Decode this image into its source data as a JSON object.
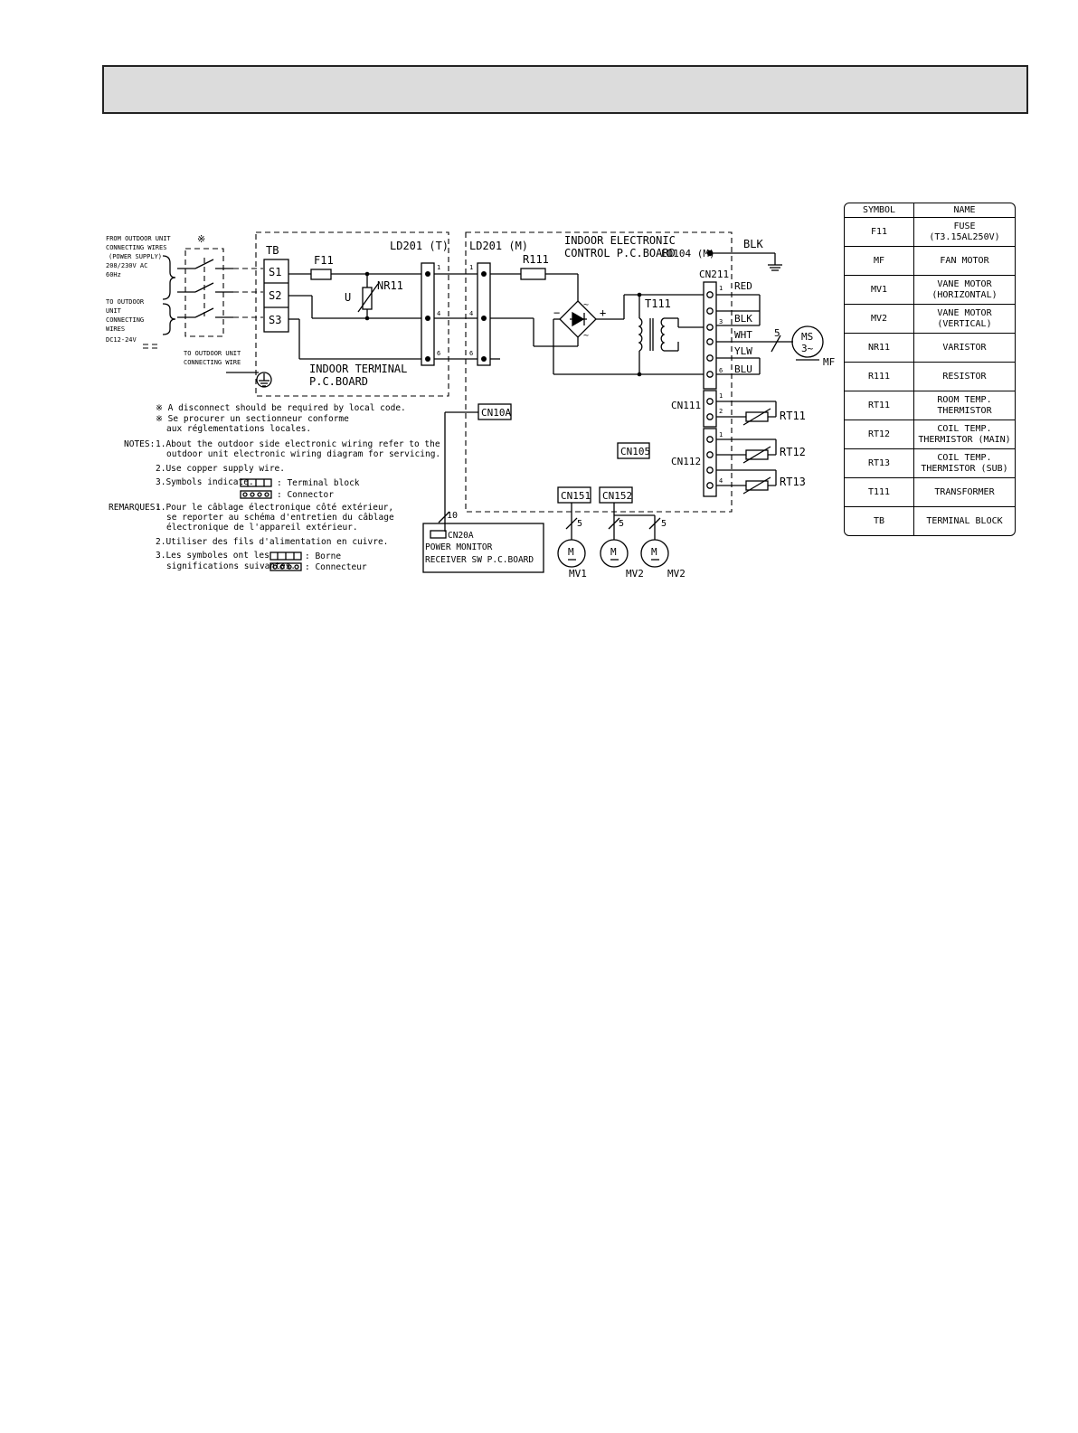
{
  "header": {
    "title": ""
  },
  "supply": {
    "from_outdoor": "FROM OUTDOOR UNIT",
    "connecting_wires": "CONNECTING WIRES",
    "power_supply": "(POWER SUPPLY)",
    "voltage": "208/230V AC",
    "freq": "60Hz",
    "to_outdoor": "TO OUTDOOR",
    "unit": "UNIT",
    "connecting": "CONNECTING",
    "wires": "WIRES",
    "dc": "DC12-24V",
    "to_outdoor_wire1": "TO OUTDOOR UNIT",
    "to_outdoor_wire2": "CONNECTING WIRE",
    "asterisk": "※"
  },
  "terminal": {
    "tb": "TB",
    "s1": "S1",
    "s2": "S2",
    "s3": "S3",
    "f11": "F11",
    "nr11": "NR11",
    "u": "U",
    "ld201t": "LD201 (T)",
    "board1": "INDOOR TERMINAL",
    "board2": "P.C.BOARD",
    "pin1": "1",
    "pin4": "4",
    "pin6": "6"
  },
  "control": {
    "ld201m": "LD201 (M)",
    "title1": "INDOOR ELECTRONIC",
    "title2": "CONTROL P.C.BOARD",
    "ld104": "LD104 (M)",
    "blk_ground": "BLK",
    "r111": "R111",
    "minus": "−",
    "plus": "+",
    "t111": "T111",
    "cn211": "CN211",
    "red": "RED",
    "blk": "BLK",
    "wht": "WHT",
    "ylw": "YLW",
    "blu": "BLU",
    "pin1": "1",
    "pin3": "3",
    "pin6": "6",
    "five": "5",
    "ms": "MS",
    "three_phase": "3~",
    "mf": "MF",
    "cn111": "CN111",
    "cn112": "CN112",
    "rt11": "RT11",
    "rt12": "RT12",
    "rt13": "RT13",
    "c1": "1",
    "c2": "2",
    "c3": "1",
    "c4": "4",
    "cn10a": "CN10A",
    "cn105": "CN105",
    "cn151": "CN151",
    "cn152": "CN152",
    "m": "M",
    "mv1": "MV1",
    "mv2a": "MV2",
    "mv2b": "MV2",
    "ten": "10",
    "cn20a": "CN20A",
    "power_monitor": "POWER MONITOR",
    "receiver": "RECEIVER SW P.C.BOARD"
  },
  "notes": {
    "star1": "※ A disconnect should be required by local code.",
    "star2a": "※ Se procurer un sectionneur conforme",
    "star2b": "aux réglementations locales.",
    "notes_label": "NOTES:",
    "n1a": "1.About the outdoor side electronic wiring refer to the",
    "n1b": "outdoor unit electronic wiring diagram for servicing.",
    "n2": "2.Use copper supply wire.",
    "n3": "3.Symbols indicate.",
    "n3_tb": ": Terminal block",
    "n3_cn": ": Connector",
    "rem_label": "REMARQUES:",
    "r1a": "1.Pour le câblage électronique côté extérieur,",
    "r1b": "se reporter au schéma d'entretien du câblage",
    "r1c": "électronique de l'appareil extérieur.",
    "r2": "2.Utiliser des fils d'alimentation en cuivre.",
    "r3a": "3.Les symboles ont les",
    "r3b": "significations suivantes.",
    "r3_tb": ": Borne",
    "r3_cn": ": Connecteur"
  },
  "symbol_table": {
    "header_symbol": "SYMBOL",
    "header_name": "NAME",
    "rows": [
      {
        "symbol": "F11",
        "name": "FUSE\n(T3.15AL250V)"
      },
      {
        "symbol": "MF",
        "name": "FAN MOTOR"
      },
      {
        "symbol": "MV1",
        "name": "VANE MOTOR\n(HORIZONTAL)"
      },
      {
        "symbol": "MV2",
        "name": "VANE MOTOR\n(VERTICAL)"
      },
      {
        "symbol": "NR11",
        "name": "VARISTOR"
      },
      {
        "symbol": "R111",
        "name": "RESISTOR"
      },
      {
        "symbol": "RT11",
        "name": "ROOM TEMP.\nTHERMISTOR"
      },
      {
        "symbol": "RT12",
        "name": "COIL TEMP.\nTHERMISTOR (MAIN)"
      },
      {
        "symbol": "RT13",
        "name": "COIL TEMP.\nTHERMISTOR (SUB)"
      },
      {
        "symbol": "T111",
        "name": "TRANSFORMER"
      },
      {
        "symbol": "TB",
        "name": "TERMINAL BLOCK"
      }
    ]
  }
}
